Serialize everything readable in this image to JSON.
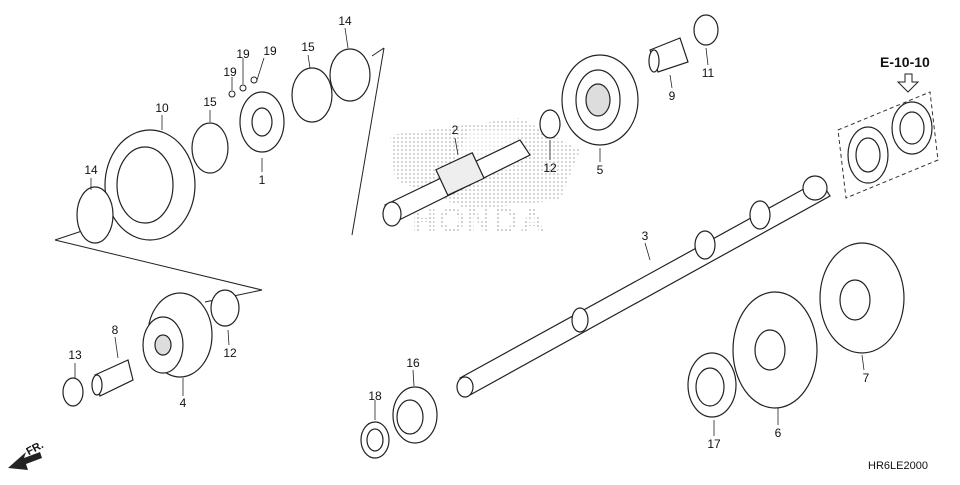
{
  "reference": {
    "label": "E-10-10"
  },
  "diagram_code": "HR6LE2000",
  "front_label": "FR.",
  "logo_text": "HONDA",
  "parts": [
    {
      "key": "p1",
      "label": "1"
    },
    {
      "key": "p2",
      "label": "2"
    },
    {
      "key": "p3",
      "label": "3"
    },
    {
      "key": "p4",
      "label": "4"
    },
    {
      "key": "p5",
      "label": "5"
    },
    {
      "key": "p6",
      "label": "6"
    },
    {
      "key": "p7",
      "label": "7"
    },
    {
      "key": "p8",
      "label": "8"
    },
    {
      "key": "p9",
      "label": "9"
    },
    {
      "key": "p10",
      "label": "10"
    },
    {
      "key": "p11",
      "label": "11"
    },
    {
      "key": "p12a",
      "label": "12"
    },
    {
      "key": "p12b",
      "label": "12"
    },
    {
      "key": "p13",
      "label": "13"
    },
    {
      "key": "p14a",
      "label": "14"
    },
    {
      "key": "p14b",
      "label": "14"
    },
    {
      "key": "p15a",
      "label": "15"
    },
    {
      "key": "p15b",
      "label": "15"
    },
    {
      "key": "p16",
      "label": "16"
    },
    {
      "key": "p17",
      "label": "17"
    },
    {
      "key": "p18",
      "label": "18"
    },
    {
      "key": "p19a",
      "label": "19"
    },
    {
      "key": "p19b",
      "label": "19"
    },
    {
      "key": "p19c",
      "label": "19"
    }
  ]
}
